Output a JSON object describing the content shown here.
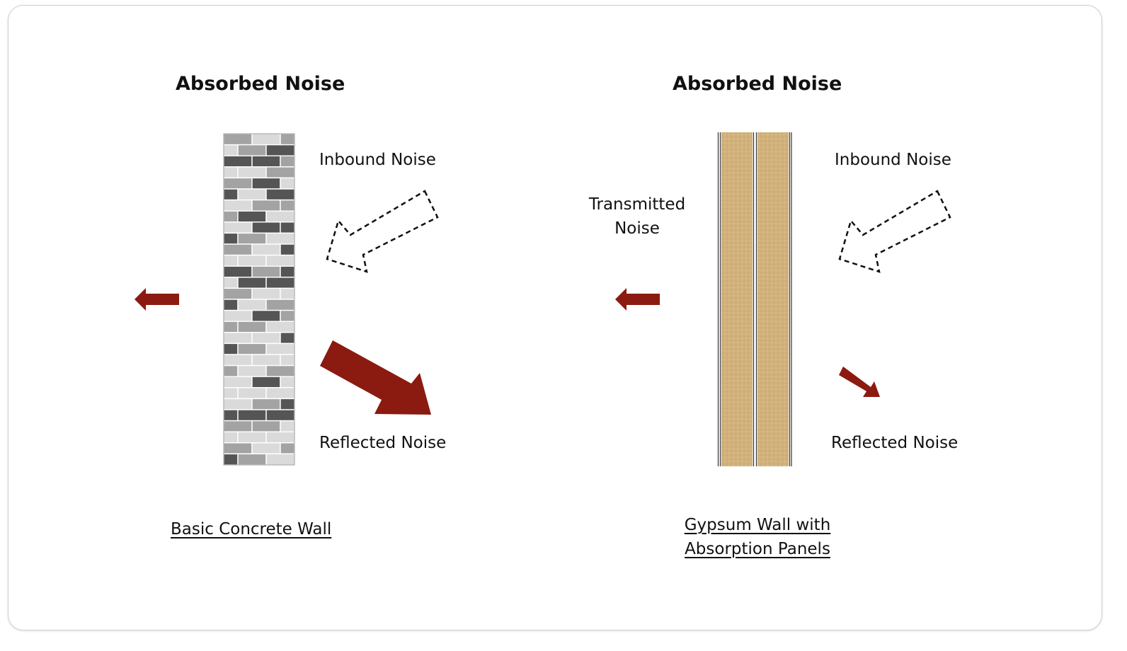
{
  "left": {
    "title": "Absorbed Noise",
    "inbound": "Inbound Noise",
    "reflected": "Reflected Noise",
    "caption": "Basic Concrete Wall"
  },
  "right": {
    "title": "Absorbed Noise",
    "inbound": "Inbound Noise",
    "transmitted_line1": "Transmitted",
    "transmitted_line2": "Noise",
    "reflected": "Reflected Noise",
    "caption_line1": "Gypsum Wall with",
    "caption_line2": "Absorption Panels"
  },
  "colors": {
    "arrow": "#8b1a10",
    "brick_light": "#dadada",
    "brick_mid": "#a3a3a3",
    "brick_dark": "#555555",
    "gypsum": "#d2b27c"
  }
}
